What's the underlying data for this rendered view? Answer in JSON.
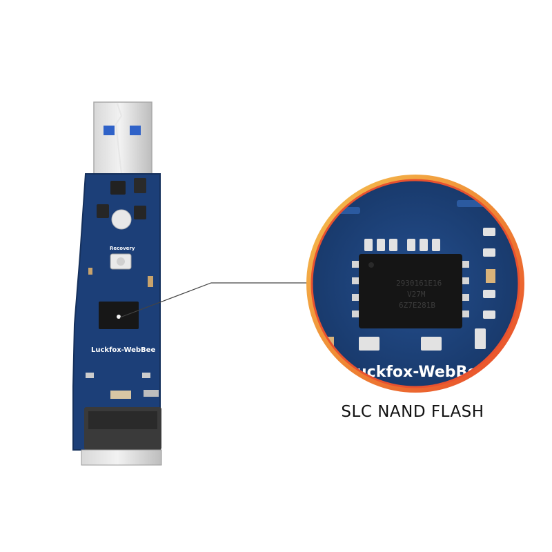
{
  "product_image": {
    "board_silkscreen": "Luckfox-WebBee",
    "button_label": "Recovery",
    "zoom_silkscreen": "uckfox-WebBe",
    "chip_marking": [
      "2930161E16",
      "V27M",
      "6Z7E281B"
    ]
  },
  "caption": {
    "text": "SLC NAND FLASH"
  },
  "colors": {
    "pcb_blue": "#1c3f78",
    "zoom_ring_outer": "#f0a93a",
    "zoom_ring_inner": "#e8512f",
    "usb_metal": "#c9c9c9"
  }
}
